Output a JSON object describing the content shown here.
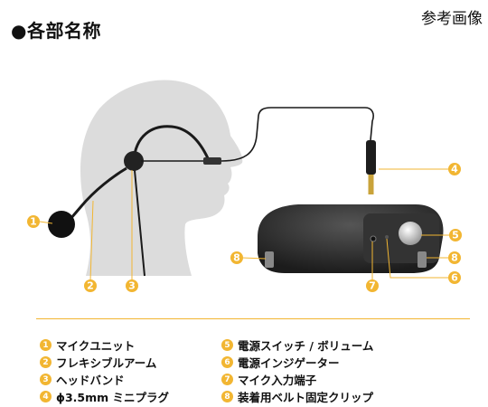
{
  "title": "●各部名称",
  "reference_label": "参考画像",
  "markers": [
    "1",
    "2",
    "3",
    "4",
    "5",
    "6",
    "7",
    "8",
    "8"
  ],
  "legend": [
    {
      "num": "1",
      "label": "マイクユニット"
    },
    {
      "num": "2",
      "label": "フレキシブルアーム"
    },
    {
      "num": "3",
      "label": "ヘッドバンド"
    },
    {
      "num": "4",
      "label": "ϕ3.5mm ミニプラグ"
    },
    {
      "num": "5",
      "label": "電源スイッチ / ボリューム"
    },
    {
      "num": "6",
      "label": "電源インジゲーター"
    },
    {
      "num": "7",
      "label": "マイク入力端子"
    },
    {
      "num": "8",
      "label": "装着用ベルト固定クリップ"
    }
  ],
  "colors": {
    "accent": "#f2b632",
    "head": "#dcdcdc",
    "device": "#2b2b2b"
  }
}
